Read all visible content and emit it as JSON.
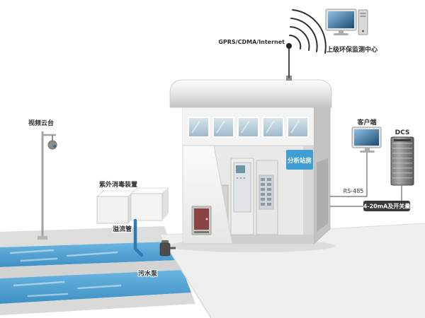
{
  "diagram": {
    "uplink": {
      "network": "GPRS/CDMA/Internet",
      "center": "上级环保监测中心"
    },
    "right": {
      "client": "客户端",
      "dcs": "DCS",
      "rs485": "RS-485",
      "io_badge": "4-20mA及开关量"
    },
    "station": {
      "sign": "分析站房"
    },
    "site": {
      "camera": "视频云台",
      "uv": "紫外消毒装置",
      "overflow": "溢流管",
      "pump": "污水泵"
    },
    "colors": {
      "sign_blue": "#3f9ed2",
      "badge_dark": "#3a3a3a",
      "water_top": "#6cb6e2",
      "water_bottom": "#3e90c4"
    }
  }
}
